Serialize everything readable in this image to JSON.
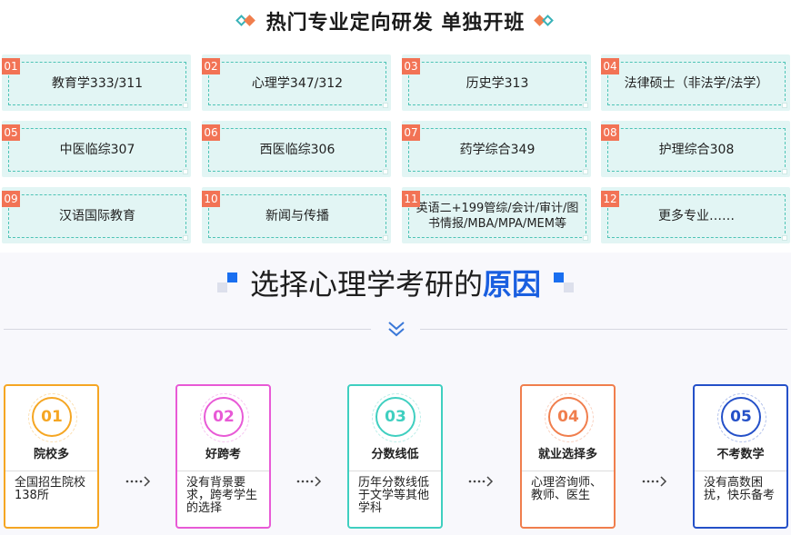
{
  "header": {
    "title": "热门专业定向研发 单独开班"
  },
  "majors": [
    {
      "num": "01",
      "name": "教育学333/311"
    },
    {
      "num": "02",
      "name": "心理学347/312"
    },
    {
      "num": "03",
      "name": "历史学313"
    },
    {
      "num": "04",
      "name": "法律硕士（非法学/法学）"
    },
    {
      "num": "05",
      "name": "中医临综307"
    },
    {
      "num": "06",
      "name": "西医临综306"
    },
    {
      "num": "07",
      "name": "药学综合349"
    },
    {
      "num": "08",
      "name": "护理综合308"
    },
    {
      "num": "09",
      "name": "汉语国际教育"
    },
    {
      "num": "10",
      "name": "新闻与传播"
    },
    {
      "num": "11",
      "name": "英语二+199管综/会计/审计/图书情报/MBA/MPA/MEM等"
    },
    {
      "num": "12",
      "name": "更多专业……"
    }
  ],
  "reasons_section": {
    "title_main": "选择心理学考研的",
    "title_highlight": "原因"
  },
  "reasons": [
    {
      "num": "01",
      "label": "院校多",
      "desc": "全国招生院校138所",
      "color": "#f5a623"
    },
    {
      "num": "02",
      "label": "好跨考",
      "desc": "没有背景要求，跨考学生的选择",
      "color": "#e85ad6"
    },
    {
      "num": "03",
      "label": "分数线低",
      "desc": "历年分数线低于文学等其他学科",
      "color": "#3fcfc0"
    },
    {
      "num": "04",
      "label": "就业选择多",
      "desc": "心理咨询师、教师、医生",
      "color": "#f07e4d"
    },
    {
      "num": "05",
      "label": "不考数学",
      "desc": "没有高数困扰，快乐备考",
      "color": "#2450c8"
    }
  ],
  "colors": {
    "major_bg": "#e2f5f4",
    "major_border": "#4ec4b6",
    "num_badge": "#f27355",
    "accent_blue": "#1a5fe0"
  }
}
